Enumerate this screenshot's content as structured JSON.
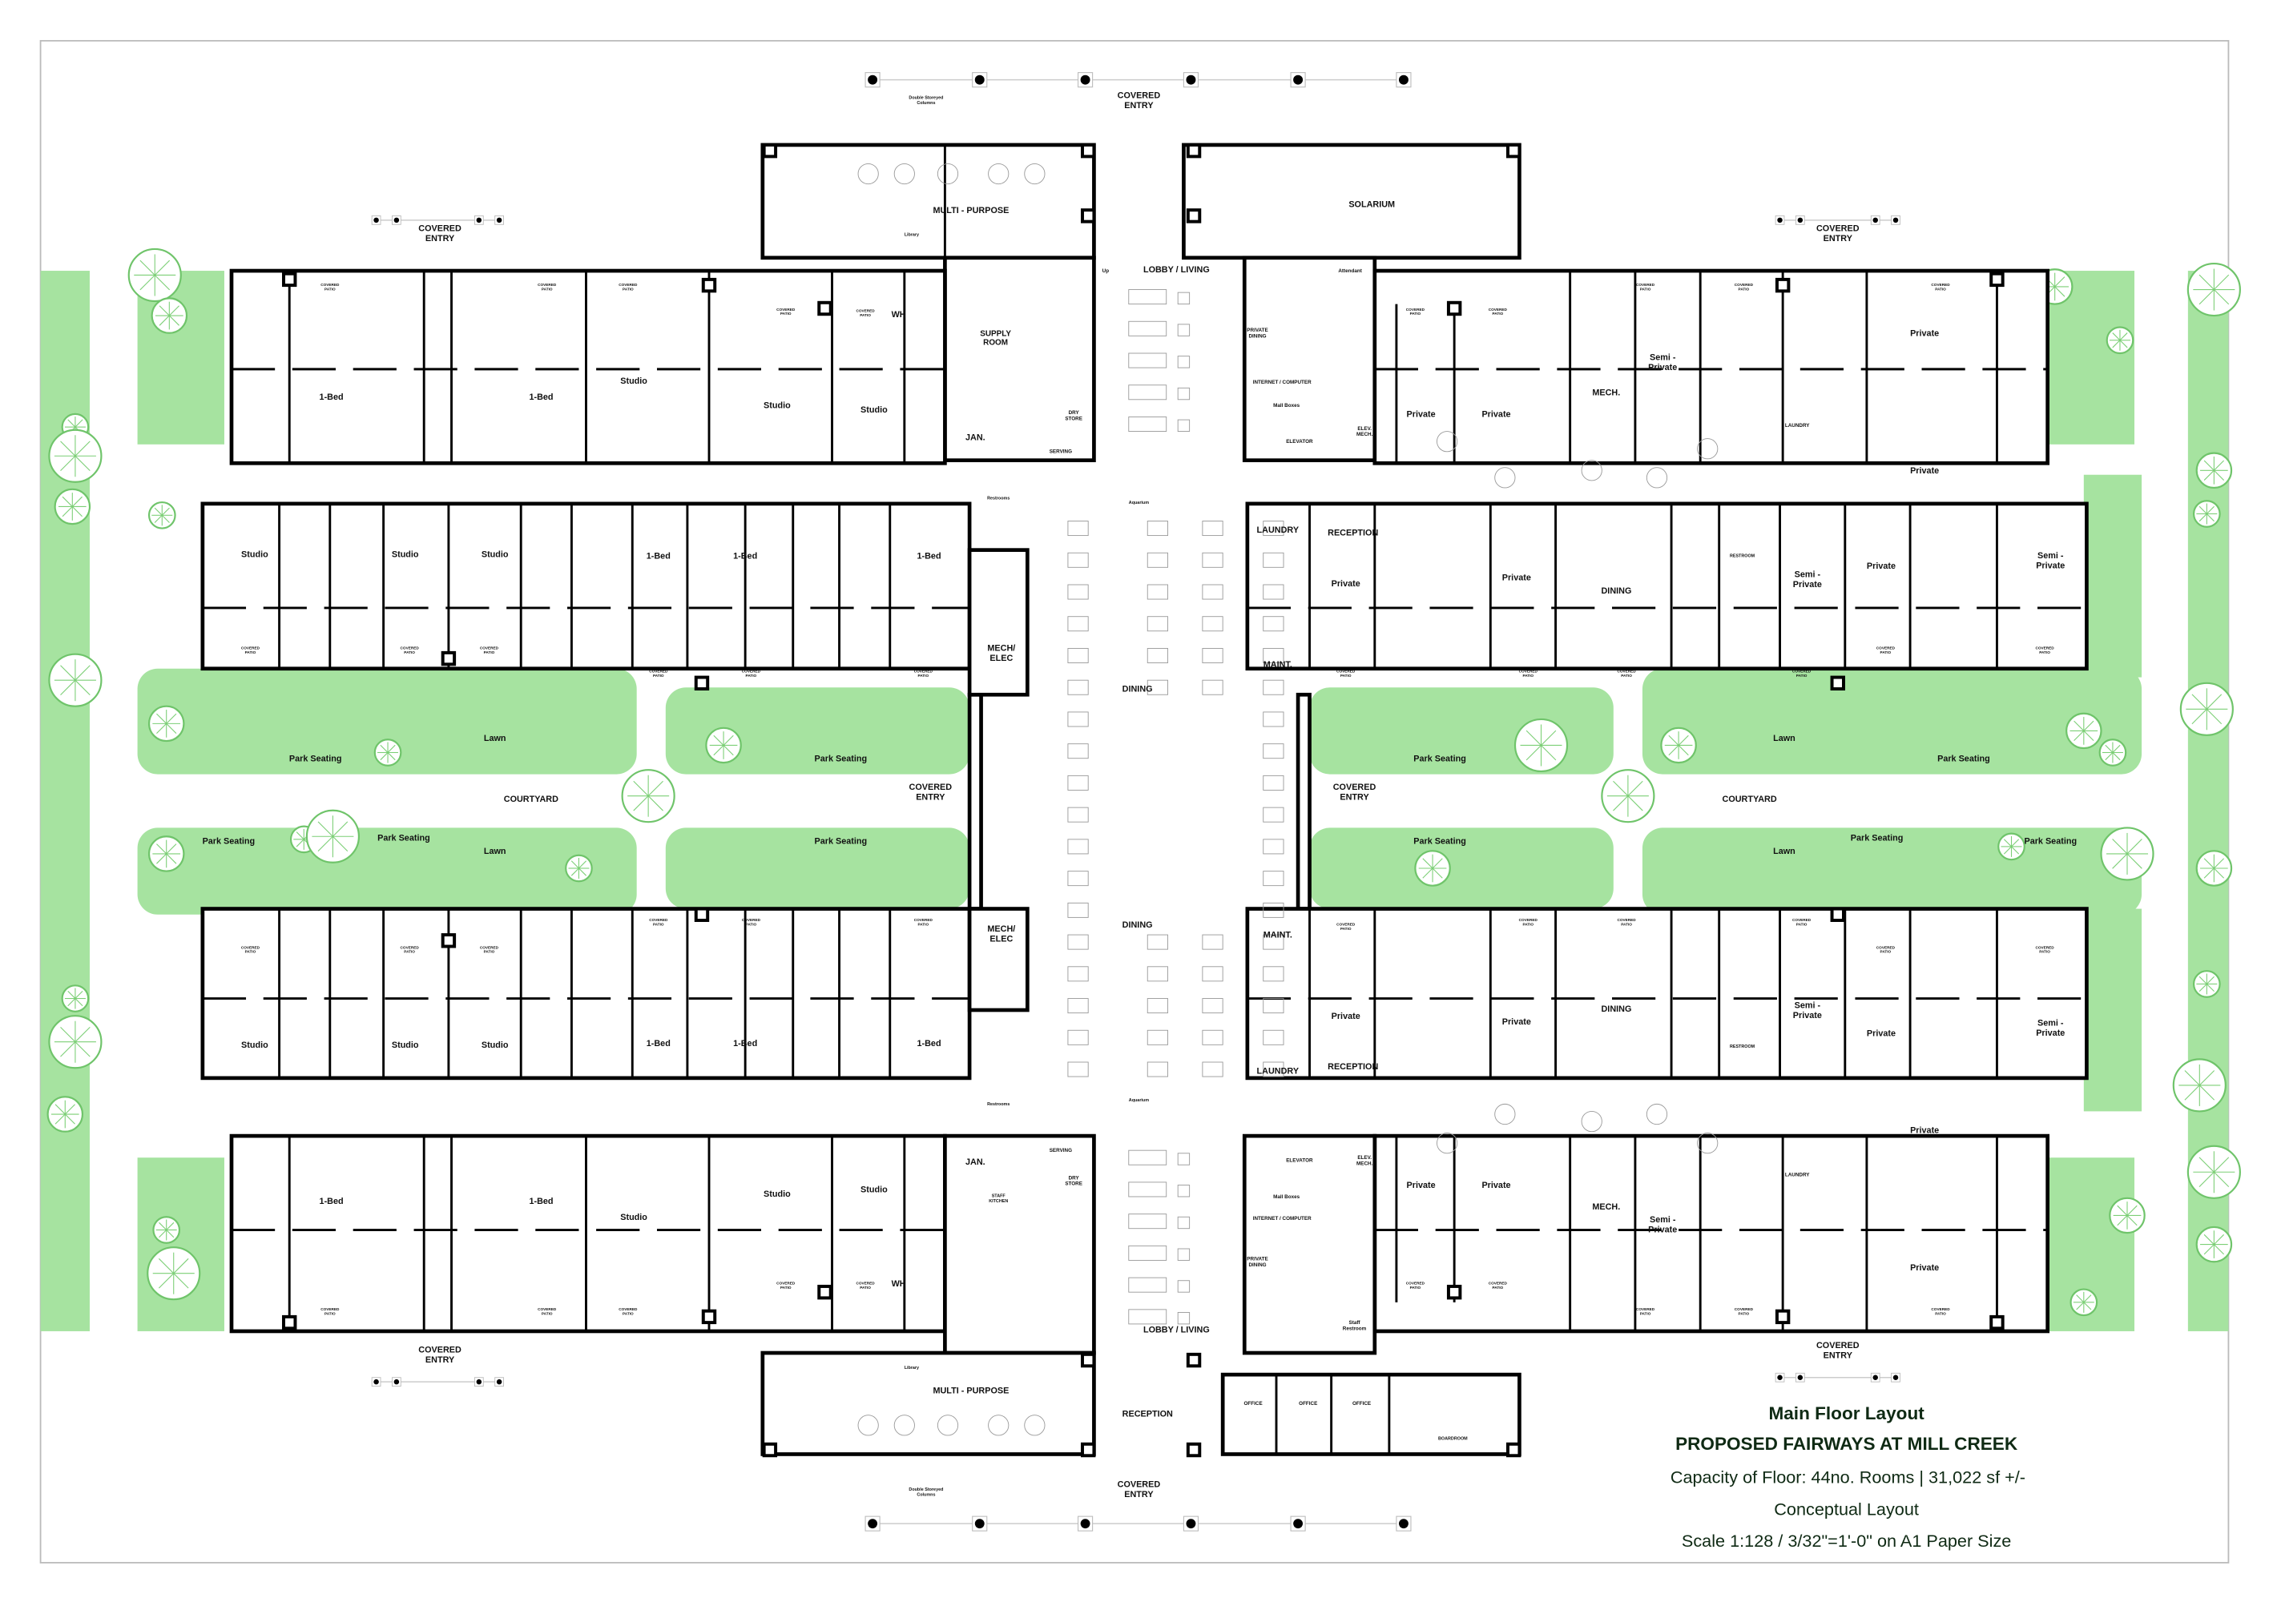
{
  "title_block": {
    "title": "Main Floor Layout",
    "project": "PROPOSED FAIRWAYS AT MILL CREEK",
    "capacity": "Capacity of Floor: 44no. Rooms | 31,022 sf +/-",
    "status": "Conceptual Layout",
    "scale": "Scale 1:128  /  3/32\"=1'-0\" on A1 Paper Size"
  },
  "colors": {
    "lawn": "#a6e3a0",
    "walls": "#000000",
    "title_text": "#0f2a14"
  },
  "covered_patio_label": "COVERED\nPATIO",
  "room_labels": [
    "COVERED\nENTRY",
    "Double Storeyed\nColumns",
    "MULTI - PURPOSE",
    "SOLARIUM",
    "Library",
    "LOBBY / LIVING",
    "SUPPLY\nROOM",
    "JAN.",
    "DRY\nSTORE",
    "SERVING",
    "Up",
    "Attendant",
    "PRIVATE\nDINING",
    "INTERNET / COMPUTER",
    "Mall Boxes",
    "ELEVATOR",
    "ELEV.\nMECH.",
    "Private",
    "Private",
    "MECH.",
    "Semi -\nPrivate",
    "LAUNDRY",
    "Private",
    "Private",
    "COVERED\nENTRY",
    "COVERED\nENTRY",
    "1-Bed",
    "1-Bed",
    "Studio",
    "Studio",
    "Studio",
    "WH",
    "Studio",
    "Studio",
    "Studio",
    "1-Bed",
    "1-Bed",
    "1-Bed",
    "Restrooms",
    "MECH/\nELEC",
    "Aquarium",
    "DINING",
    "LAUNDRY",
    "RECEPTION",
    "Private",
    "Private",
    "DINING",
    "RESTROOM",
    "Semi -\nPrivate",
    "Private",
    "Semi -\nPrivate",
    "MAINT.",
    "Lawn",
    "Park Seating",
    "Park Seating",
    "COURTYARD",
    "COVERED\nENTRY",
    "COVERED\nENTRY",
    "Park Seating",
    "Lawn",
    "Park Seating",
    "COURTYARD",
    "Park Seating",
    "Park Seating",
    "Park Seating",
    "Lawn",
    "Park Seating",
    "Park Seating",
    "Park Seating",
    "Lawn",
    "MECH/\nELEC",
    "DINING",
    "Studio",
    "Studio",
    "Studio",
    "1-Bed",
    "1-Bed",
    "1-Bed",
    "Restrooms",
    "Aquarium",
    "MAINT.",
    "Private",
    "Private",
    "DINING",
    "RESTROOM",
    "Semi -\nPrivate",
    "Private",
    "Semi -\nPrivate",
    "LAUNDRY",
    "RECEPTION",
    "1-Bed",
    "1-Bed",
    "Studio",
    "Studio",
    "Studio",
    "WH",
    "JAN.",
    "STAFF\nKITCHEN",
    "SERVING",
    "DRY\nSTORE",
    "LOBBY / LIVING",
    "ELEVATOR",
    "ELEV.\nMECH.",
    "Mall Boxes",
    "INTERNET / COMPUTER",
    "PRIVATE\nDINING",
    "Staff\nRestroom",
    "Private",
    "Private",
    "MECH.",
    "Semi -\nPrivate",
    "LAUNDRY",
    "Private",
    "Private",
    "COVERED\nENTRY",
    "COVERED\nENTRY",
    "Library",
    "MULTI - PURPOSE",
    "RECEPTION",
    "OFFICE",
    "OFFICE",
    "OFFICE",
    "BOARDROOM",
    "COVERED\nENTRY",
    "Double Storeyed\nColumns"
  ]
}
